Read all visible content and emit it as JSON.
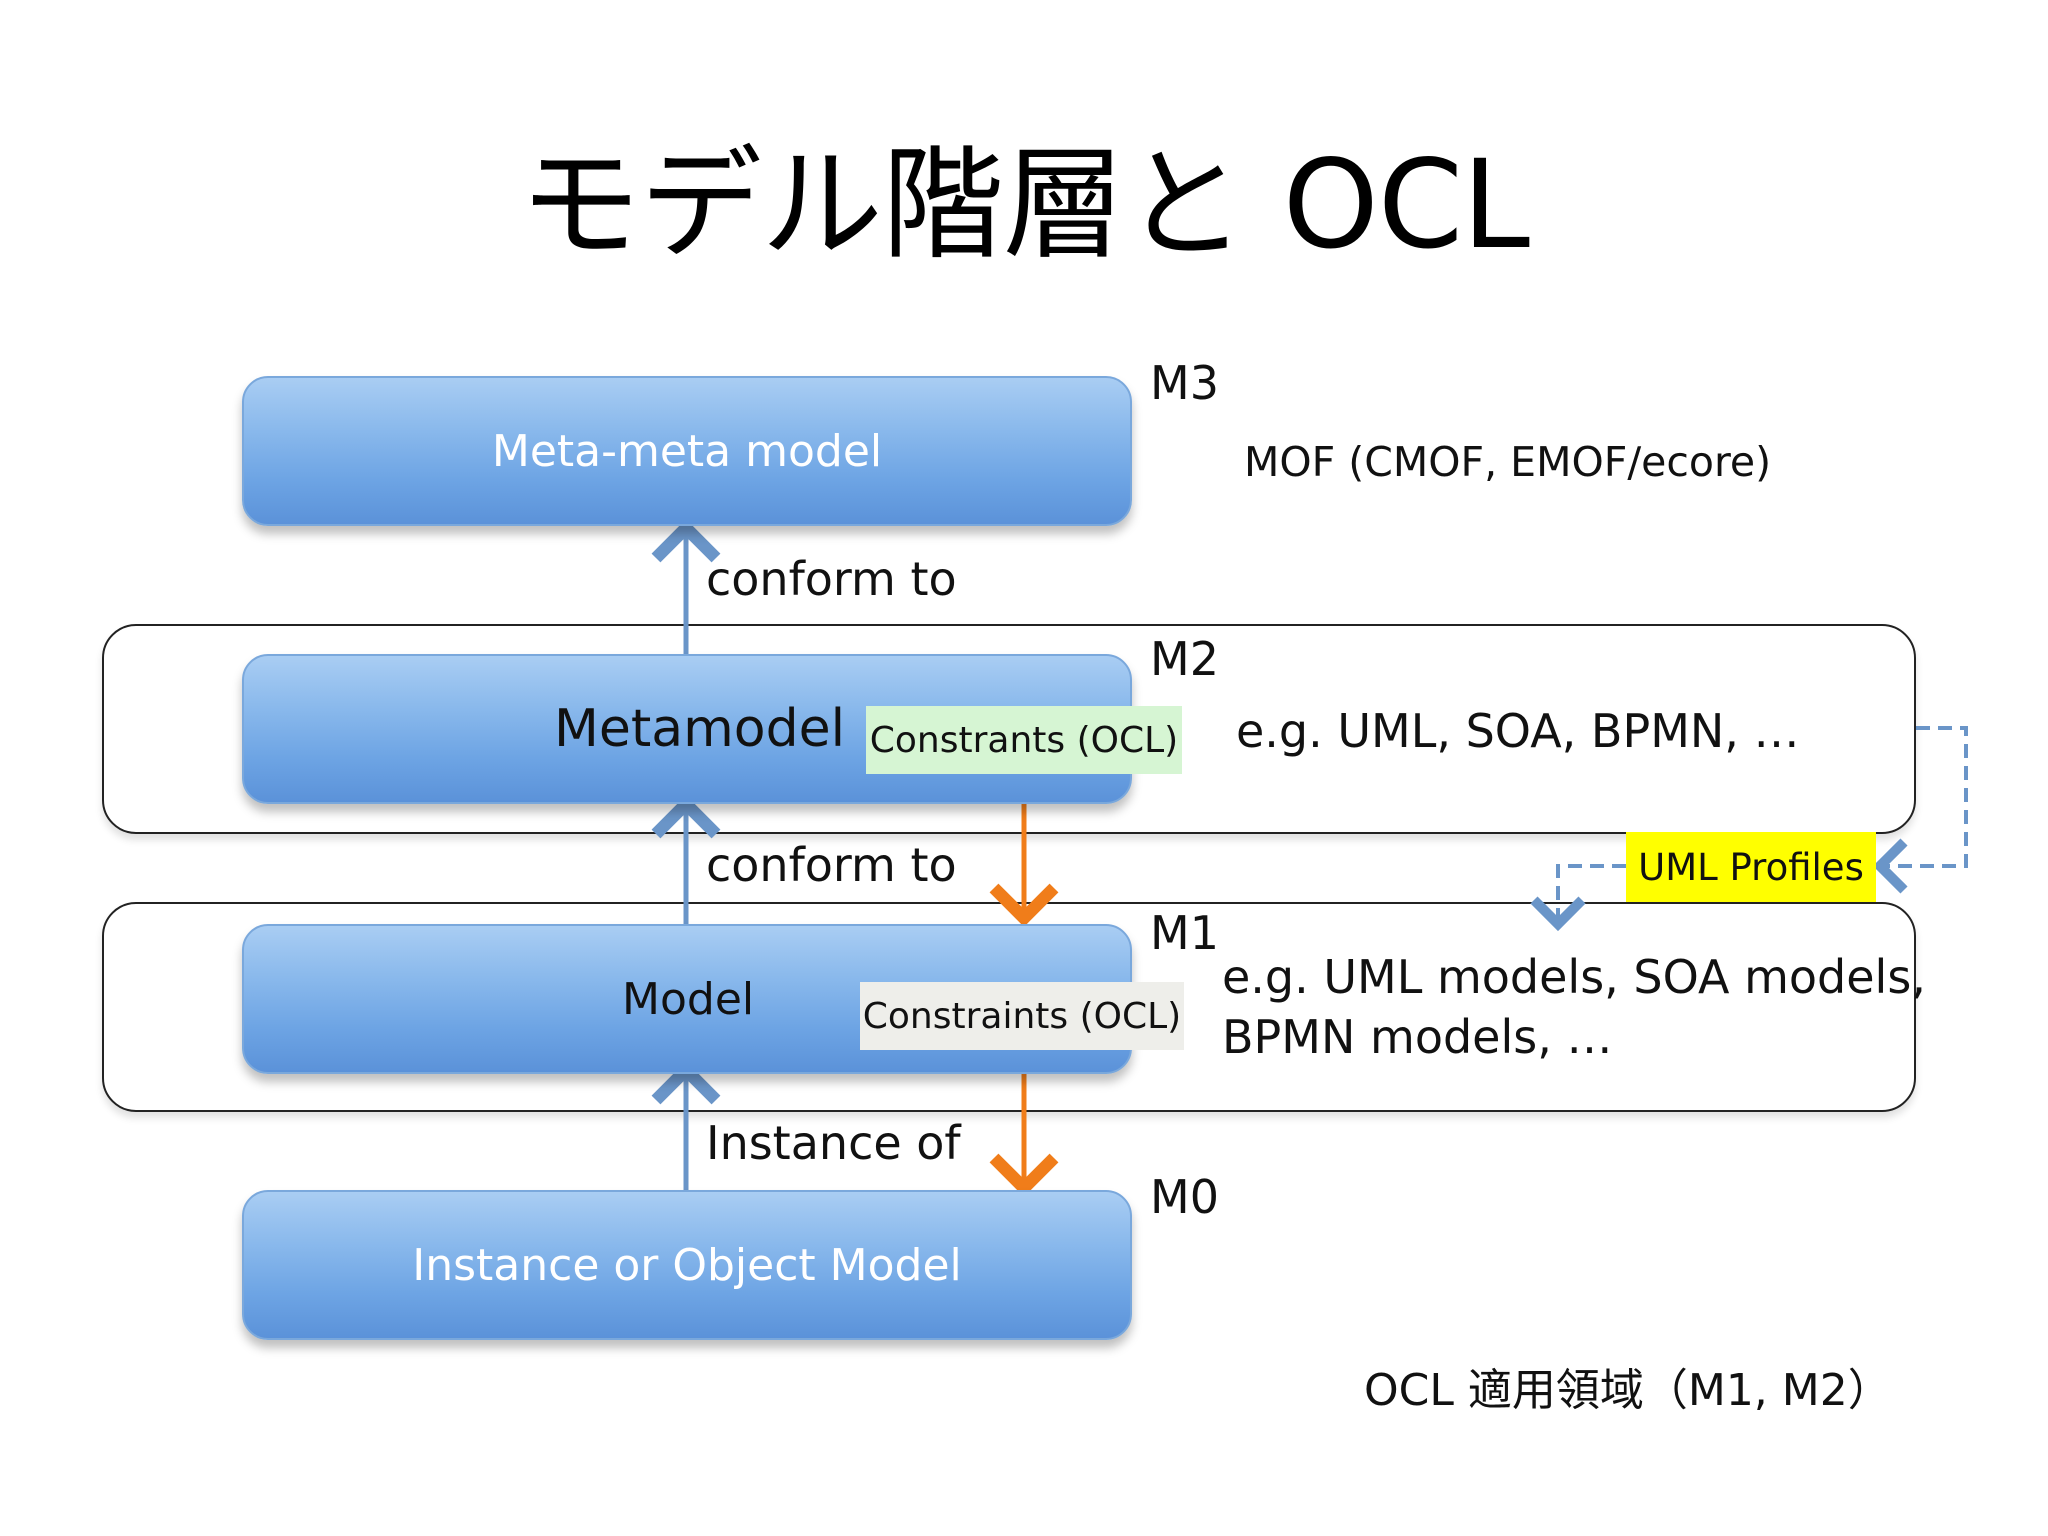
{
  "title": "モデル階層と OCL",
  "levels": {
    "m3": {
      "label": "M3",
      "box": "Meta-meta model",
      "example": "MOF (CMOF, EMOF/ecore)"
    },
    "m2": {
      "label": "M2",
      "box": "Metamodel",
      "example": "e.g. UML, SOA, BPMN, …",
      "constraint": "Constrants (OCL)"
    },
    "m1": {
      "label": "M1",
      "box": "Model",
      "example_line1": "e.g. UML models, SOA models,",
      "example_line2": "BPMN models, …",
      "constraint": "Constraints (OCL)"
    },
    "m0": {
      "label": "M0",
      "box": "Instance or Object Model"
    }
  },
  "relations": {
    "m2_to_m3": "conform to",
    "m1_to_m2": "conform to",
    "m0_to_m1": "Instance of"
  },
  "uml_profiles": "UML Profiles",
  "footer": "OCL 適用領域（M1, M2）",
  "colors": {
    "box_gradient_top": "#a9cdf3",
    "box_gradient_bottom": "#5b92d9",
    "arrow_blue": "#6a95c8",
    "arrow_orange": "#f07d1a",
    "constraint_m2_bg": "#d6f5d3",
    "constraint_m1_bg": "#eeeeea",
    "uml_profiles_bg": "#ffff00"
  }
}
